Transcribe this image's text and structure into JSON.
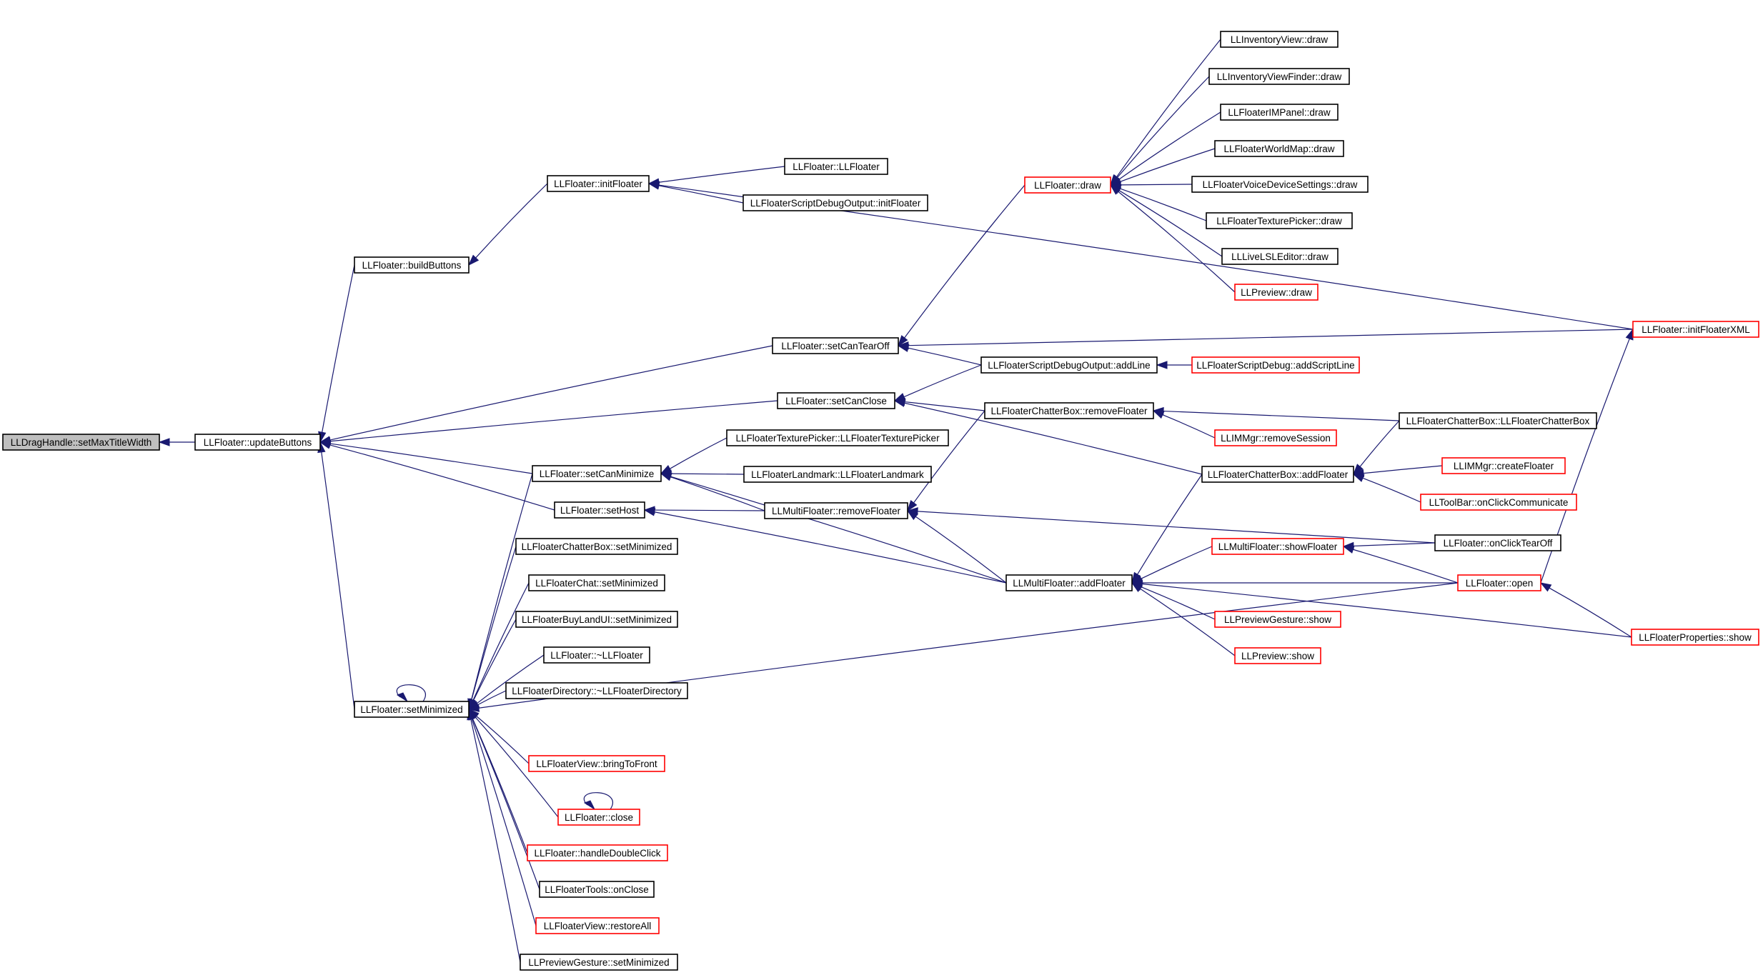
{
  "graph": {
    "colors": {
      "edge": "#191970",
      "node_border": "#000000",
      "truncated_border": "#ff0000",
      "root_fill": "#bfbfbf",
      "background": "#ffffff"
    },
    "nodes": [
      {
        "id": "n0",
        "label": "LLDragHandle::setMaxTitleWidth",
        "root": true
      },
      {
        "id": "n1",
        "label": "LLFloater::updateButtons"
      },
      {
        "id": "n2",
        "label": "LLFloater::buildButtons"
      },
      {
        "id": "n3",
        "label": "LLFloater::setMinimized"
      },
      {
        "id": "n4",
        "label": "LLFloater::initFloater"
      },
      {
        "id": "n5",
        "label": "LLFloater::setCanMinimize"
      },
      {
        "id": "n6",
        "label": "LLFloater::setHost"
      },
      {
        "id": "n7",
        "label": "LLFloaterChatterBox::setMinimized"
      },
      {
        "id": "n8",
        "label": "LLFloaterChat::setMinimized"
      },
      {
        "id": "n9",
        "label": "LLFloaterBuyLandUI::setMinimized"
      },
      {
        "id": "n10",
        "label": "LLFloater::~LLFloater"
      },
      {
        "id": "n11",
        "label": "LLFloaterDirectory::~LLFloaterDirectory"
      },
      {
        "id": "n12",
        "label": "LLFloaterView::bringToFront",
        "truncated": true
      },
      {
        "id": "n13",
        "label": "LLFloater::close",
        "truncated": true
      },
      {
        "id": "n14",
        "label": "LLFloater::handleDoubleClick",
        "truncated": true
      },
      {
        "id": "n15",
        "label": "LLFloaterTools::onClose"
      },
      {
        "id": "n16",
        "label": "LLFloaterView::restoreAll",
        "truncated": true
      },
      {
        "id": "n17",
        "label": "LLPreviewGesture::setMinimized"
      },
      {
        "id": "n18",
        "label": "LLFloater::LLFloater"
      },
      {
        "id": "n19",
        "label": "LLFloaterScriptDebugOutput::initFloater"
      },
      {
        "id": "n20",
        "label": "LLFloater::setCanTearOff"
      },
      {
        "id": "n21",
        "label": "LLFloater::setCanClose"
      },
      {
        "id": "n22",
        "label": "LLFloaterTexturePicker::LLFloaterTexturePicker"
      },
      {
        "id": "n23",
        "label": "LLFloaterLandmark::LLFloaterLandmark"
      },
      {
        "id": "n24",
        "label": "LLMultiFloater::removeFloater"
      },
      {
        "id": "n25",
        "label": "LLFloater::draw",
        "truncated": true
      },
      {
        "id": "n26",
        "label": "LLFloaterScriptDebugOutput::addLine"
      },
      {
        "id": "n27",
        "label": "LLFloaterChatterBox::removeFloater"
      },
      {
        "id": "n28",
        "label": "LLMultiFloater::addFloater"
      },
      {
        "id": "n29",
        "label": "LLInventoryView::draw"
      },
      {
        "id": "n30",
        "label": "LLInventoryViewFinder::draw"
      },
      {
        "id": "n31",
        "label": "LLFloaterIMPanel::draw"
      },
      {
        "id": "n32",
        "label": "LLFloaterWorldMap::draw"
      },
      {
        "id": "n33",
        "label": "LLFloaterVoiceDeviceSettings::draw"
      },
      {
        "id": "n34",
        "label": "LLFloaterTexturePicker::draw"
      },
      {
        "id": "n35",
        "label": "LLLiveLSLEditor::draw"
      },
      {
        "id": "n36",
        "label": "LLPreview::draw",
        "truncated": true
      },
      {
        "id": "n37",
        "label": "LLFloaterScriptDebug::addScriptLine",
        "truncated": true
      },
      {
        "id": "n38",
        "label": "LLIMMgr::removeSession",
        "truncated": true
      },
      {
        "id": "n39",
        "label": "LLFloaterChatterBox::addFloater"
      },
      {
        "id": "n40",
        "label": "LLMultiFloater::showFloater",
        "truncated": true
      },
      {
        "id": "n41",
        "label": "LLPreviewGesture::show",
        "truncated": true
      },
      {
        "id": "n42",
        "label": "LLPreview::show",
        "truncated": true
      },
      {
        "id": "n43",
        "label": "LLFloaterChatterBox::LLFloaterChatterBox"
      },
      {
        "id": "n44",
        "label": "LLIMMgr::createFloater",
        "truncated": true
      },
      {
        "id": "n45",
        "label": "LLToolBar::onClickCommunicate",
        "truncated": true
      },
      {
        "id": "n46",
        "label": "LLFloater::onClickTearOff"
      },
      {
        "id": "n47",
        "label": "LLFloater::open",
        "truncated": true
      },
      {
        "id": "n48",
        "label": "LLFloater::initFloaterXML",
        "truncated": true
      },
      {
        "id": "n49",
        "label": "LLFloaterProperties::show",
        "truncated": true
      }
    ],
    "edges": [
      [
        "n1",
        "n0"
      ],
      [
        "n2",
        "n1"
      ],
      [
        "n3",
        "n1"
      ],
      [
        "n5",
        "n1"
      ],
      [
        "n6",
        "n1"
      ],
      [
        "n20",
        "n1"
      ],
      [
        "n21",
        "n1"
      ],
      [
        "n4",
        "n2"
      ],
      [
        "n18",
        "n4"
      ],
      [
        "n19",
        "n4"
      ],
      [
        "n48",
        "n4"
      ],
      [
        "n3",
        "n3"
      ],
      [
        "n5",
        "n3"
      ],
      [
        "n7",
        "n3"
      ],
      [
        "n8",
        "n3"
      ],
      [
        "n9",
        "n3"
      ],
      [
        "n10",
        "n3"
      ],
      [
        "n11",
        "n3"
      ],
      [
        "n12",
        "n3"
      ],
      [
        "n13",
        "n3"
      ],
      [
        "n14",
        "n3"
      ],
      [
        "n15",
        "n3"
      ],
      [
        "n16",
        "n3"
      ],
      [
        "n17",
        "n3"
      ],
      [
        "n47",
        "n3"
      ],
      [
        "n13",
        "n13"
      ],
      [
        "n22",
        "n5"
      ],
      [
        "n23",
        "n5"
      ],
      [
        "n24",
        "n5"
      ],
      [
        "n28",
        "n5"
      ],
      [
        "n24",
        "n6"
      ],
      [
        "n28",
        "n6"
      ],
      [
        "n25",
        "n20"
      ],
      [
        "n26",
        "n20"
      ],
      [
        "n48",
        "n20"
      ],
      [
        "n26",
        "n21"
      ],
      [
        "n27",
        "n21"
      ],
      [
        "n39",
        "n21"
      ],
      [
        "n27",
        "n24"
      ],
      [
        "n28",
        "n24"
      ],
      [
        "n46",
        "n24"
      ],
      [
        "n29",
        "n25"
      ],
      [
        "n30",
        "n25"
      ],
      [
        "n31",
        "n25"
      ],
      [
        "n32",
        "n25"
      ],
      [
        "n33",
        "n25"
      ],
      [
        "n34",
        "n25"
      ],
      [
        "n35",
        "n25"
      ],
      [
        "n36",
        "n25"
      ],
      [
        "n37",
        "n26"
      ],
      [
        "n38",
        "n27"
      ],
      [
        "n43",
        "n27"
      ],
      [
        "n39",
        "n28"
      ],
      [
        "n40",
        "n28"
      ],
      [
        "n41",
        "n28"
      ],
      [
        "n42",
        "n28"
      ],
      [
        "n47",
        "n28"
      ],
      [
        "n49",
        "n28"
      ],
      [
        "n43",
        "n39"
      ],
      [
        "n44",
        "n39"
      ],
      [
        "n45",
        "n39"
      ],
      [
        "n46",
        "n40"
      ],
      [
        "n47",
        "n40"
      ],
      [
        "n47",
        "n48"
      ],
      [
        "n49",
        "n47"
      ]
    ]
  }
}
